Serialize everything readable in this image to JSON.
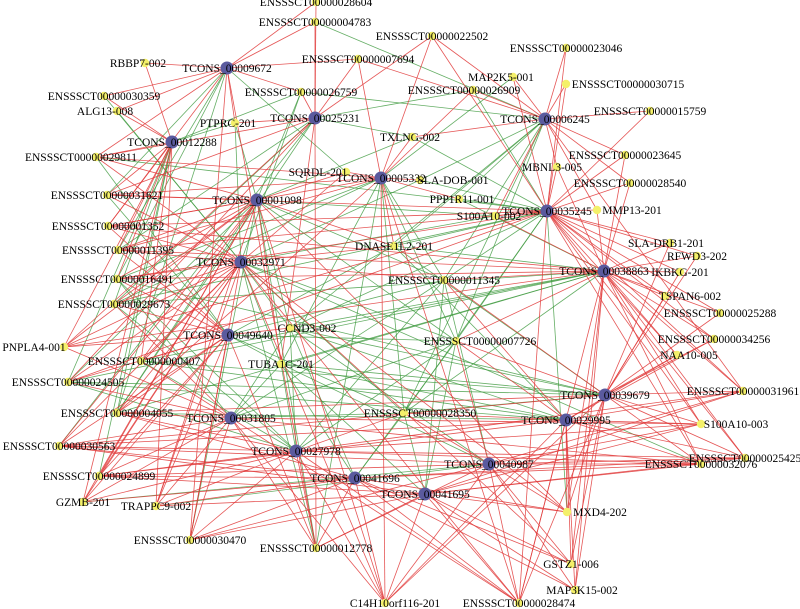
{
  "colors": {
    "background": "#ffffff",
    "positive_edge": "#e03838",
    "negative_edge": "#3f9a3f",
    "tcons_node": "#5a5a9e",
    "gene_node": "#f4f06a",
    "label": "#000000"
  },
  "hubs": [
    {
      "id": "h9672",
      "label": "TCONS_00009672"
    },
    {
      "id": "h25231",
      "label": "TCONS_00025231"
    },
    {
      "id": "h12288",
      "label": "TCONS_00012288"
    },
    {
      "id": "h6245",
      "label": "TCONS_00006245"
    },
    {
      "id": "h5332",
      "label": "TCONS_00005332"
    },
    {
      "id": "h1098",
      "label": "TCONS_00001098"
    },
    {
      "id": "h35245",
      "label": "TCONS_00035245"
    },
    {
      "id": "h32971",
      "label": "TCONS_00032971"
    },
    {
      "id": "h38863",
      "label": "TCONS_00038863"
    },
    {
      "id": "h49640",
      "label": "TCONS_00049640"
    },
    {
      "id": "h39679",
      "label": "TCONS_00039679"
    },
    {
      "id": "h31805",
      "label": "TCONS_00031805"
    },
    {
      "id": "h29995",
      "label": "TCONS_00029995"
    },
    {
      "id": "h27978",
      "label": "TCONS_00027978"
    },
    {
      "id": "h40987",
      "label": "TCONS_00040987"
    },
    {
      "id": "h41696",
      "label": "TCONS_00041696"
    },
    {
      "id": "h41695",
      "label": "TCONS_00041695"
    }
  ],
  "genes": [
    {
      "id": "g28604",
      "label": "ENSSSCT00000028604"
    },
    {
      "id": "g4783",
      "label": "ENSSSCT00000004783"
    },
    {
      "id": "g22502",
      "label": "ENSSSCT00000022502"
    },
    {
      "id": "g23046",
      "label": "ENSSSCT00000023046"
    },
    {
      "id": "gRBBP7",
      "label": "RBBP7-002"
    },
    {
      "id": "g7694",
      "label": "ENSSSCT00000007694"
    },
    {
      "id": "gMAP2K5",
      "label": "MAP2K5-001"
    },
    {
      "id": "g30715",
      "label": "ENSSSCT00000030715"
    },
    {
      "id": "g26759",
      "label": "ENSSSCT00000026759"
    },
    {
      "id": "g26909",
      "label": "ENSSSCT00000026909"
    },
    {
      "id": "g30359",
      "label": "ENSSSCT00000030359"
    },
    {
      "id": "gALG13",
      "label": "ALG13-008"
    },
    {
      "id": "g15759",
      "label": "ENSSSCT00000015759"
    },
    {
      "id": "gPTPRC",
      "label": "PTPRC-201"
    },
    {
      "id": "gTXLNG",
      "label": "TXLNG-002"
    },
    {
      "id": "g23645",
      "label": "ENSSSCT00000023645"
    },
    {
      "id": "g29811",
      "label": "ENSSSCT00000029811"
    },
    {
      "id": "gMBNL3",
      "label": "MBNL3-005"
    },
    {
      "id": "gSQRDL",
      "label": "SQRDL-201"
    },
    {
      "id": "gSLADOB",
      "label": "SLA-DOB-001"
    },
    {
      "id": "g28540",
      "label": "ENSSSCT00000028540"
    },
    {
      "id": "g31621",
      "label": "ENSSSCT00000031621"
    },
    {
      "id": "gPPP1R11",
      "label": "PPP1R11-001"
    },
    {
      "id": "gMMP13",
      "label": "MMP13-201"
    },
    {
      "id": "gS100A10_2",
      "label": "S100A10-002"
    },
    {
      "id": "g1352",
      "label": "ENSSSCT00000001352"
    },
    {
      "id": "gSLADRB1",
      "label": "SLA-DRB1-201"
    },
    {
      "id": "gDNASE",
      "label": "DNASE1L2-201"
    },
    {
      "id": "g11395",
      "label": "ENSSSCT00000011395"
    },
    {
      "id": "gRFWD3",
      "label": "RFWD3-202"
    },
    {
      "id": "g16491",
      "label": "ENSSSCT00000016491"
    },
    {
      "id": "gIKBKG",
      "label": "IKBKG-201"
    },
    {
      "id": "g11345",
      "label": "ENSSSCT00000011345"
    },
    {
      "id": "gTSPAN6",
      "label": "TSPAN6-002"
    },
    {
      "id": "g29673",
      "label": "ENSSSCT00000029673"
    },
    {
      "id": "g25288",
      "label": "ENSSSCT00000025288"
    },
    {
      "id": "gCCND3",
      "label": "CCND3-002"
    },
    {
      "id": "g34256",
      "label": "ENSSSCT00000034256"
    },
    {
      "id": "gPNPLA4",
      "label": "PNPLA4-001"
    },
    {
      "id": "g7726",
      "label": "ENSSSCT00000007726"
    },
    {
      "id": "gNAA10",
      "label": "NAA10-005"
    },
    {
      "id": "g407",
      "label": "ENSSSCT00000000407"
    },
    {
      "id": "gTUBA1C",
      "label": "TUBA1C-201"
    },
    {
      "id": "g24505",
      "label": "ENSSSCT00000024505"
    },
    {
      "id": "g31961",
      "label": "ENSSSCT00000031961"
    },
    {
      "id": "g4055",
      "label": "ENSSSCT00000004055"
    },
    {
      "id": "g28350",
      "label": "ENSSSCT00000028350"
    },
    {
      "id": "gS100A10_3",
      "label": "S100A10-003"
    },
    {
      "id": "g30563",
      "label": "ENSSSCT00000030563"
    },
    {
      "id": "g25425",
      "label": "ENSSSCT00000025425"
    },
    {
      "id": "g24899",
      "label": "ENSSSCT00000024899"
    },
    {
      "id": "g32076",
      "label": "ENSSSCT00000032076"
    },
    {
      "id": "gGZMB",
      "label": "GZMB-201"
    },
    {
      "id": "gTRAPPC9",
      "label": "TRAPPC9-002"
    },
    {
      "id": "gMXD4",
      "label": "MXD4-202"
    },
    {
      "id": "g30470",
      "label": "ENSSSCT00000030470"
    },
    {
      "id": "g12778",
      "label": "ENSSSCT00000012778"
    },
    {
      "id": "gGSTZ1",
      "label": "GSTZ1-006"
    },
    {
      "id": "gMAP3K15",
      "label": "MAP3K15-002"
    },
    {
      "id": "gC14",
      "label": "C14H10orf116-201"
    },
    {
      "id": "g28474",
      "label": "ENSSSCT00000028474"
    }
  ]
}
